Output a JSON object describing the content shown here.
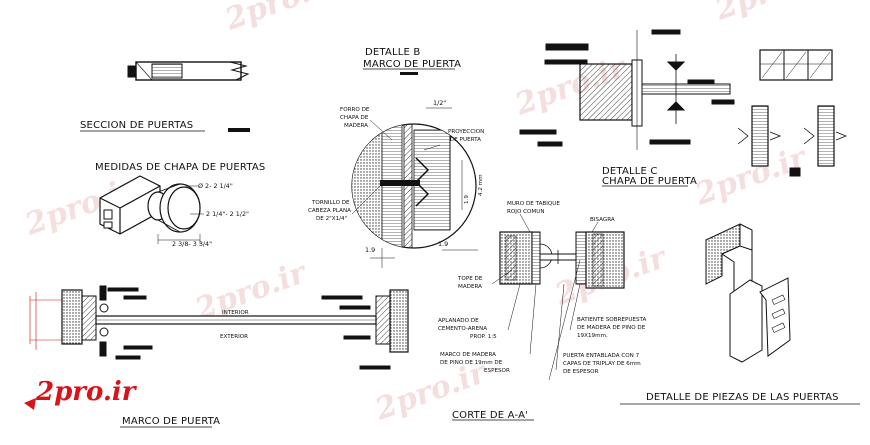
{
  "watermark": {
    "text": "2pro.ir"
  },
  "brand": {
    "text": "2pro.ir",
    "color": "#d8141b"
  },
  "colors": {
    "line": "#111111",
    "hatch": "#444444",
    "dim": "#d01010",
    "watermark": "#f4dede"
  },
  "sections": {
    "seccion_title": "SECCION DE PUERTAS",
    "medidas_title": "MEDIDAS DE CHAPA DE PUERTAS",
    "detalle_b_title": "DETALLE B",
    "detalle_b_subtitle": "MARCO DE PUERTA",
    "detalle_c_title": "DETALLE C",
    "detalle_c_subtitle": "CHAPA DE PUERTA",
    "marco_title": "MARCO DE PUERTA",
    "corte_title": "CORTE DE A-A'",
    "piezas_title": "DETALLE DE PIEZAS DE LAS PUERTAS"
  },
  "knob_dims": {
    "d1": "Ø 2- 2 1/4\"",
    "d2": "2 1/4\"- 2 1/2\"",
    "d3": "2 3/8- 3 3/4\""
  },
  "detail_b_labels": {
    "forro_1": "FORRO DE",
    "forro_2": "CHAPA DE",
    "forro_3": "MADERA",
    "half_inch": "1/2\"",
    "proyeccion_1": "PROYECCION",
    "proyeccion_2": "DE PUERTA",
    "tornillo_1": "TORNILLO DE",
    "tornillo_2": "CABEZA PLANA",
    "tornillo_3": "DE 2\"X1/4\"",
    "dim_19a": "1.9",
    "dim_42": "4.2 mm",
    "dim_19b": "1.9",
    "dim_19c": "1.9"
  },
  "corte_labels": {
    "muro_1": "MURO DE TABIQUE",
    "muro_2": "ROJO COMUN",
    "bisagra": "BISAGRA",
    "tope_1": "TOPE DE",
    "tope_2": "MADERA",
    "aplanado_1": "APLANADO DE",
    "aplanado_2": "CEMENTO-ARENA",
    "aplanado_3": "PROP. 1:5",
    "marco_1": "MARCO DE MADERA",
    "marco_2": "DE PINO DE 19mm DE",
    "marco_3": "ESPESOR",
    "batiente_1": "BATIENTE SOBREPUESTA",
    "batiente_2": "DE MADERA DE PINO DE",
    "batiente_3": "19X19mm.",
    "puerta_1": "PUERTA ENTABLADA CON 7",
    "puerta_2": "CAPAS DE TRIPLAY DE 6mm",
    "puerta_3": "DE ESPESOR"
  },
  "plan_labels": {
    "interior": "INTERIOR",
    "exterior": "EXTERIOR"
  }
}
